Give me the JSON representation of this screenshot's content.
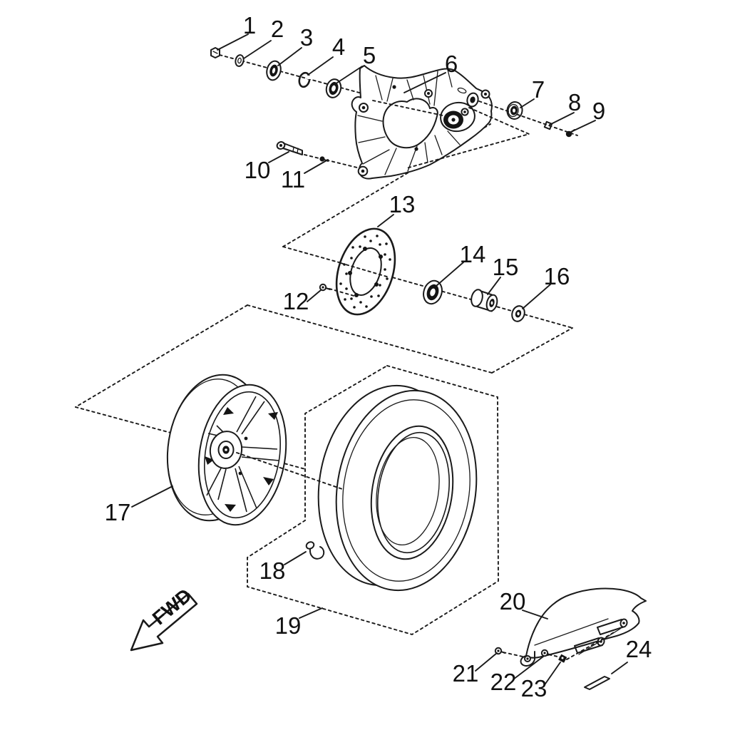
{
  "diagram": {
    "ink_color": "#1a1a1a",
    "fwd_label": "FWD",
    "callouts": [
      "1",
      "2",
      "3",
      "4",
      "5",
      "6",
      "7",
      "8",
      "9",
      "10",
      "11",
      "12",
      "13",
      "14",
      "15",
      "16",
      "17",
      "18",
      "19",
      "20",
      "21",
      "22",
      "23",
      "24"
    ]
  }
}
